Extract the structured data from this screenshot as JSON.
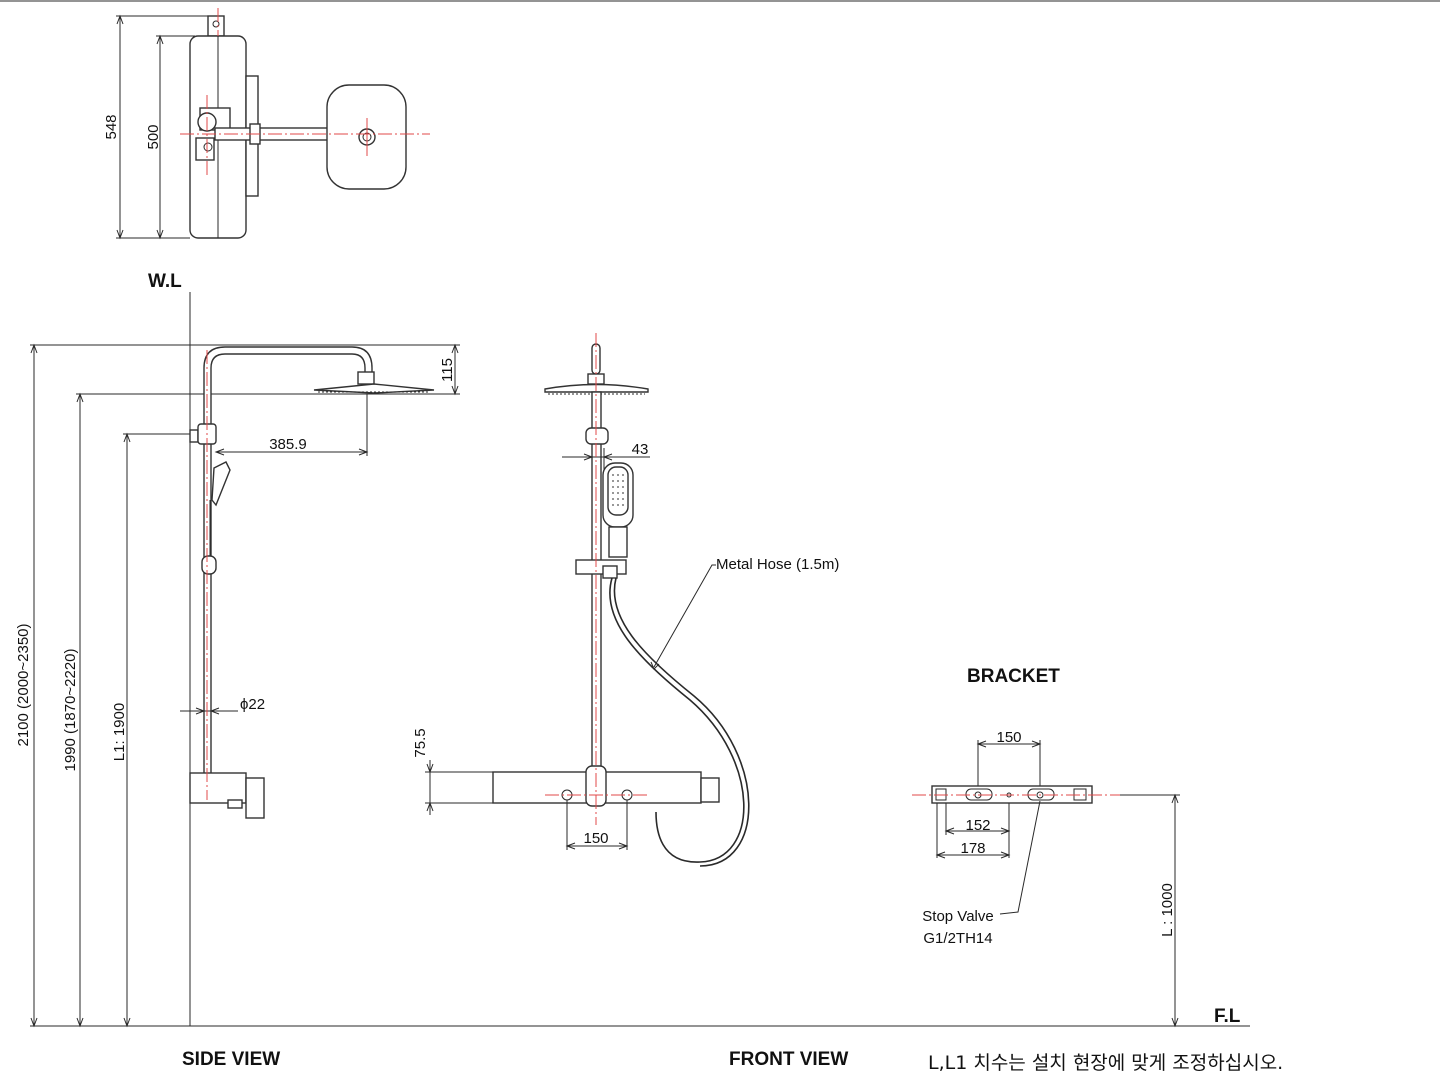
{
  "labels": {
    "wall_line": "W.L",
    "floor_line": "F.L",
    "side_view": "SIDE VIEW",
    "front_view": "FRONT VIEW",
    "bracket": "BRACKET",
    "metal_hose": "Metal Hose (1.5m)",
    "stop_valve_line1": "Stop Valve",
    "stop_valve_line2": "G1/2TH14"
  },
  "dimensions": {
    "top_outer": "548",
    "top_inner": "500",
    "total_height": "2100 (2000~2350)",
    "head_height": "1990 (1870~2220)",
    "l1": "L1: 1900",
    "arm_drop": "115",
    "arm_reach": "385.9",
    "pipe_dia": "ϕ22",
    "rail_offset": "43",
    "mixer_height": "75.5",
    "mixer_spacing": "150",
    "bracket_spacing": "150",
    "bracket_inner": "152",
    "bracket_outer": "178",
    "l_height": "L : 1000"
  },
  "note": "L,L1 치수는 설치 현장에 맞게 조정하십시오."
}
